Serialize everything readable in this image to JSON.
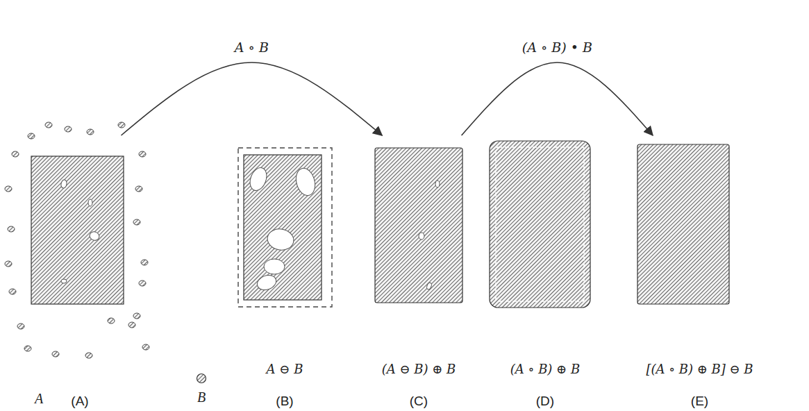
{
  "diagram": {
    "nodes": [
      {
        "text": [
          "(A)"
        ]
      },
      {
        "text": [
          "A ⊖ B",
          "(B)"
        ]
      },
      {
        "text": [
          "(A ⊖ B) ⊕ B",
          "(C)"
        ]
      },
      {
        "text": [
          "(A ∘ B) ⊕ B",
          "(D)"
        ]
      },
      {
        "text": [
          "[(A ∘ B) ⊕ B] ⊖ B",
          "(E)"
        ]
      }
    ],
    "edges": [
      {
        "from": 0,
        "to": 2,
        "arrow": "to",
        "label": "A ∘ B"
      },
      {
        "from": 2,
        "to": 4,
        "arrow": "to",
        "label": "(A ∘ B) • B"
      }
    ],
    "labels": [
      "A",
      "B"
    ]
  }
}
